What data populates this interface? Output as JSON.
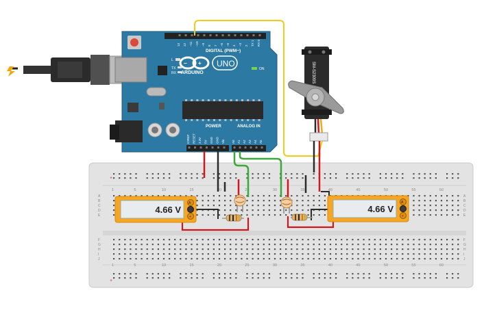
{
  "arduino": {
    "brand": "ARDUINO",
    "model": "UNO",
    "digital_header": "DIGITAL (PWM~)",
    "analog_header": "ANALOG IN",
    "power_header": "POWER",
    "on_label": "ON",
    "l_label": "L",
    "tx_label": "TX",
    "rx_label": "RX",
    "aref": "AREF",
    "gnd": "GND",
    "digital_pins": [
      "13",
      "12",
      "~11",
      "~10",
      "~9",
      "8",
      "7",
      "~6",
      "~5",
      "4",
      "~3",
      "2",
      "TX 1",
      "RX 0"
    ],
    "power_pins": [
      "IOREF",
      "RESET",
      "3.3V",
      "5V",
      "GND",
      "GND",
      "Vin"
    ],
    "analog_pins": [
      "A0",
      "A1",
      "A2",
      "A3",
      "A4",
      "A5"
    ]
  },
  "servo": {
    "model": "SM-S2309S"
  },
  "breadboard": {
    "column_numbers": [
      "1",
      "5",
      "10",
      "15",
      "20",
      "25",
      "30",
      "35",
      "40",
      "45",
      "50",
      "55",
      "60"
    ],
    "row_letters_top": [
      "A",
      "B",
      "C",
      "D",
      "E"
    ],
    "row_letters_bottom": [
      "F",
      "G",
      "H",
      "I",
      "J"
    ]
  },
  "multimeters": [
    {
      "reading": "4.66 V"
    },
    {
      "reading": "4.66 V"
    }
  ],
  "colors": {
    "board": "#2c79a3",
    "breadboard": "#e6e6e6",
    "wire_red": "#d0181c",
    "wire_black": "#2a2a2a",
    "wire_green": "#3aa93a",
    "wire_yellow": "#f2cc1a",
    "meter": "#f5a623"
  }
}
